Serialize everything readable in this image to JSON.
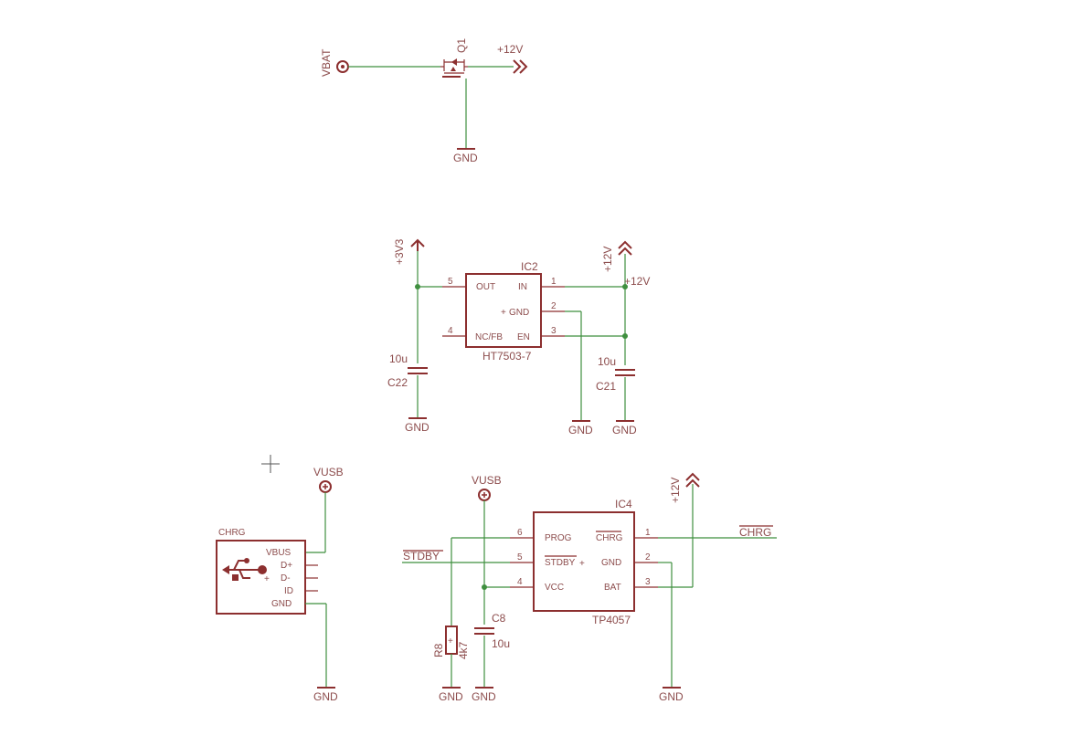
{
  "labels": {
    "vbat": "VBAT",
    "q1": "Q1",
    "p12v_top": "+12V",
    "gnd_q1": "GND",
    "p3v3": "+3V3",
    "ic2_name": "IC2",
    "ic2_value": "HT7503-7",
    "ic2_pin_out": "OUT",
    "ic2_pin_ncfb": "NC/FB",
    "ic2_pin_in": "IN",
    "ic2_pin_gnd": "GND",
    "ic2_pin_en": "EN",
    "ic2_num_5": "5",
    "ic2_num_4": "4",
    "ic2_num_1": "1",
    "ic2_num_2": "2",
    "ic2_num_3": "3",
    "p12v_reg_rot": "+12V",
    "p12v_reg_net": "+12V",
    "c22_value": "10u",
    "c22_name": "C22",
    "c21_value": "10u",
    "c21_name": "C21",
    "gnd_c22": "GND",
    "gnd_ic2": "GND",
    "gnd_c21": "GND",
    "vusb_left": "VUSB",
    "chrg_conn": "CHRG",
    "usb_vbus": "VBUS",
    "usb_dp": "D+",
    "usb_dm": "D-",
    "usb_id": "ID",
    "usb_gnd": "GND",
    "gnd_usb": "GND",
    "vusb_mid": "VUSB",
    "ic4_name": "IC4",
    "ic4_value": "TP4057",
    "ic4_pin_prog": "PROG",
    "ic4_pin_stdby": "STDBY",
    "ic4_pin_vcc": "VCC",
    "ic4_pin_chrg": "CHRG",
    "ic4_pin_gnd": "GND",
    "ic4_pin_bat": "BAT",
    "ic4_num_6": "6",
    "ic4_num_5": "5",
    "ic4_num_4": "4",
    "ic4_num_1": "1",
    "ic4_num_2": "2",
    "ic4_num_3": "3",
    "p12v_chg": "+12V",
    "stdby_net": "STDBY",
    "chrg_net": "CHRG",
    "c8_name": "C8",
    "c8_value": "10u",
    "r8_name": "R8",
    "r8_value": "4k7",
    "gnd_r8": "GND",
    "gnd_c8": "GND",
    "gnd_ic4": "GND"
  },
  "colors": {
    "wire": "#3f8f3f",
    "symbol": "#8c2f2f",
    "text": "#8c4c4c",
    "background": "#ffffff"
  }
}
